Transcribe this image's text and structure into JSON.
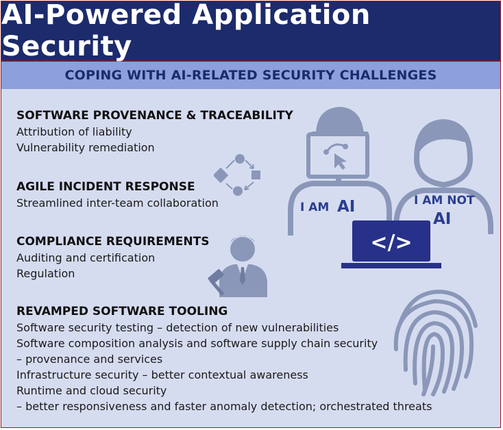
{
  "title": "AI-Powered Application Security",
  "subtitle": "COPING WITH AI-RELATED SECURITY CHALLENGES",
  "sections": [
    {
      "heading": "SOFTWARE PROVENANCE & TRACEABILITY",
      "lines": [
        "Attribution of liability",
        "Vulnerability remediation"
      ]
    },
    {
      "heading": "AGILE INCIDENT RESPONSE",
      "lines": [
        "Streamlined inter-team collaboration"
      ]
    },
    {
      "heading": "COMPLIANCE REQUIREMENTS",
      "lines": [
        "Auditing and certification",
        "Regulation"
      ]
    },
    {
      "heading": "REVAMPED SOFTWARE TOOLING",
      "lines": [
        "Software security testing – detection of new vulnerabilities",
        "Software composition analysis and software supply chain security",
        "– provenance and services",
        "Infrastructure security – better contextual awareness",
        "Runtime and cloud security",
        "– better responsiveness and faster anomaly detection; orchestrated threats"
      ]
    }
  ],
  "illustration": {
    "shirt_left": [
      "I AM",
      "AI"
    ],
    "shirt_right": [
      "I AM NOT",
      "AI"
    ],
    "laptop_symbol": "</>"
  },
  "colors": {
    "title_bg": "#1c2b6b",
    "subtitle_bg": "#8d9fdc",
    "panel_bg": "#d6dcf0",
    "icon": "#8a97b8",
    "icon_dark": "#27318a"
  },
  "icons": [
    "workflow-icon",
    "ai-developer-icon",
    "human-developer-icon",
    "laptop-code-icon",
    "compliance-officer-icon",
    "fingerprint-icon"
  ]
}
